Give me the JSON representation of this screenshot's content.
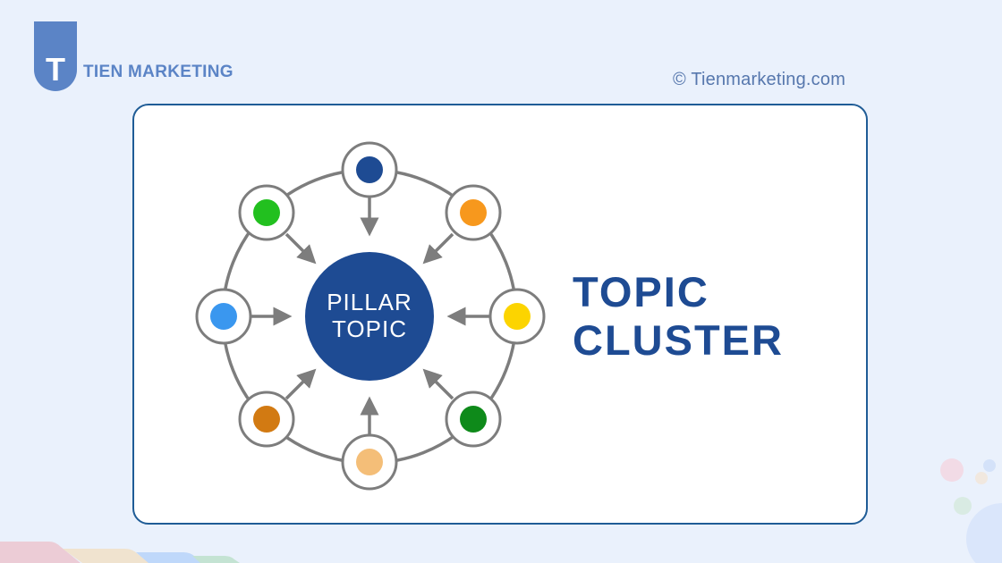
{
  "header": {
    "logo_letter": "T",
    "brand_name": "TIEN MARKETING",
    "copyright": "© Tienmarketing.com"
  },
  "colors": {
    "background": "#eaf1fc",
    "logo_blue": "#5b84c6",
    "card_border": "#1f5c96",
    "pillar_blue": "#1e4b93",
    "connector_gray": "#7d7d7d"
  },
  "diagram": {
    "center": {
      "line1": "PILLAR",
      "line2": "TOPIC",
      "color": "#1e4b93"
    },
    "nodes": [
      {
        "position": "top",
        "color": "#1e4b93"
      },
      {
        "position": "top-right",
        "color": "#f7981d"
      },
      {
        "position": "right",
        "color": "#fcd400"
      },
      {
        "position": "bottom-right",
        "color": "#0e8a1a"
      },
      {
        "position": "bottom",
        "color": "#f4be78"
      },
      {
        "position": "bottom-left",
        "color": "#d27a12"
      },
      {
        "position": "left",
        "color": "#3a97ef"
      },
      {
        "position": "top-left",
        "color": "#22c01f"
      }
    ]
  },
  "title": {
    "line1": "TOPIC",
    "line2": "CLUSTER"
  }
}
